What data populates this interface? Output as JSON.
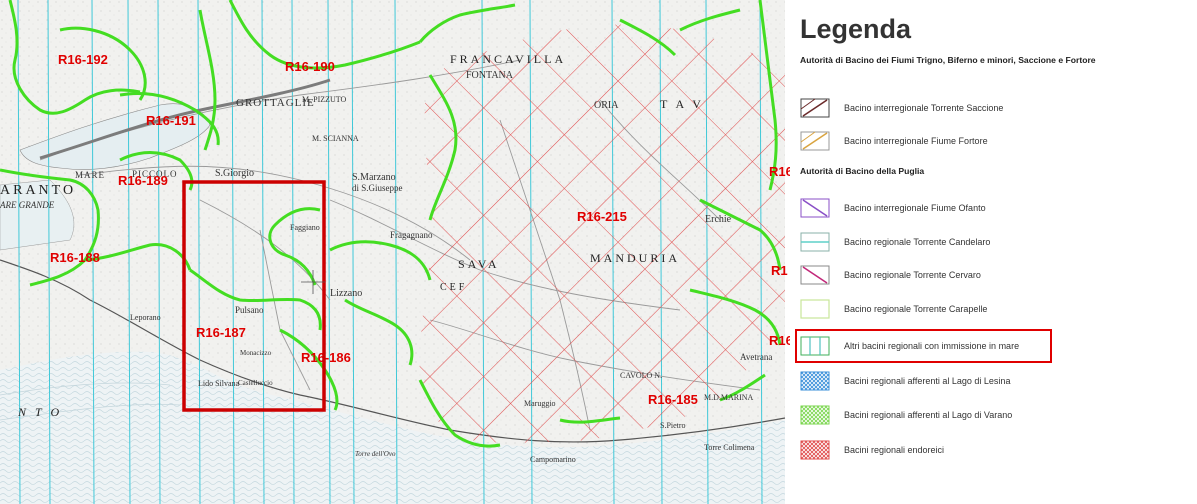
{
  "map": {
    "regions": [
      "R16-192",
      "R16-191",
      "R16-190",
      "R16-189",
      "R16-188",
      "R16-187",
      "R16-186",
      "R16-215",
      "R16-185",
      "R16",
      "R1",
      "R16"
    ],
    "places": {
      "grottaglie": "GROTTAGLIE",
      "pizzuto": "M. PIZZUTO",
      "francavilla": "FRANCAVILLA",
      "fontana": "FONTANA",
      "mare": "MARE",
      "piccolo": "PICCOLO",
      "scianna": "M. SCIANNA",
      "sgiorgio": "S.Giorgio",
      "smarzano": "S.Marzano",
      "sgiuseppe": "di S.Giuseppe",
      "taranto": "ARANTO",
      "maregrande": "ARE  GRANDE",
      "oria": "ORIA",
      "tav": "T  A  V",
      "erchie": "Erchie",
      "manduria": "MANDURIA",
      "sava": "SAVA",
      "fragagnano": "Fragagnano",
      "lizzano": "Lizzano",
      "faggiano": "Faggiano",
      "leporano": "Leporano",
      "pulsano": "Pulsano",
      "marina": "M.D.MARINA",
      "avetrana": "Avetrana",
      "sanpietro": "S.Pietro",
      "campomarino": "Campomarino",
      "torrecolimena": "Torre Colimena",
      "tarantodeco": "N  T  O",
      "gascaro": "Castelluccio",
      "lidosilvana": "Lido Silvana",
      "maruggio": "Maruggio",
      "bacalli": "Monacizzo",
      "cadavolo": "CAVOLO N.",
      "cefalo": "CEF",
      "tiriagio": "Torre dell'Ovo"
    }
  },
  "legend": {
    "title": "Legenda",
    "group1": "Autorità di Bacino dei Fiumi Trigno, Biferno e minori, Saccione e Fortore",
    "group2": "Autorità di Bacino della Puglia",
    "items": [
      {
        "label": "Bacino interregionale Torrente Saccione",
        "pattern": "diag",
        "color": "#6b2a2a",
        "border": "#444444"
      },
      {
        "label": "Bacino interregionale Fiume Fortore",
        "pattern": "diag",
        "color": "#d9a441",
        "border": "#999999"
      },
      {
        "label": "Bacino interregionale Fiume Ofanto",
        "pattern": "backdiag",
        "color": "#8a4fc7",
        "border": "#8a4fc7"
      },
      {
        "label": "Bacino  regionale Torrente Candelaro",
        "pattern": "horiz",
        "color": "#5fd0c8",
        "border": "#8ab0a8"
      },
      {
        "label": "Bacino  regionale Torrente Cervaro",
        "pattern": "backdiag",
        "color": "#c2287a",
        "border": "#888888"
      },
      {
        "label": "Bacino  regionale Torrente Carapelle",
        "pattern": "plain",
        "color": "#c9e59a",
        "border": "#9bc05a"
      },
      {
        "label": "Altri bacini regionali con immissione in mare",
        "pattern": "vert",
        "color": "#4fc0c0",
        "border": "#3faf5a"
      },
      {
        "label": "Bacini regionali afferenti al Lago di Lesina",
        "pattern": "cross",
        "color": "#3a8fd9",
        "border": "#3a8fd9"
      },
      {
        "label": "Bacini regionali afferenti al Lago di Varano",
        "pattern": "cross",
        "color": "#7bd64f",
        "border": "#7bd64f"
      },
      {
        "label": "Bacini regionali endoreici",
        "pattern": "cross",
        "color": "#e04b4b",
        "border": "#e04b4b"
      }
    ]
  },
  "colors": {
    "boundary": "#44dd22",
    "hatch": "#e05050",
    "river_lines": "#40c8d8",
    "highlight": "#cc0000",
    "region_text": "#e00000"
  },
  "icons": [
    "hatch-swatch-icon"
  ]
}
